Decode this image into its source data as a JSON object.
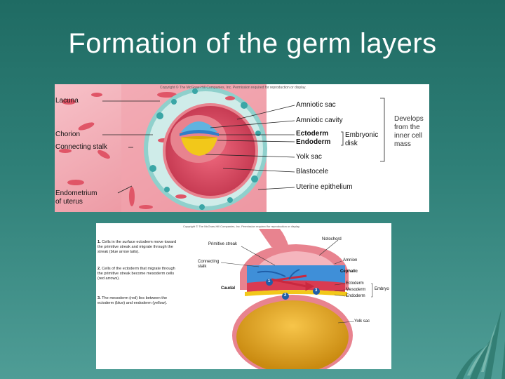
{
  "slide": {
    "title": "Formation of the germ layers"
  },
  "figure_top": {
    "copyright": "Copyright © The McGraw-Hill Companies, Inc. Permission required for reproduction or display.",
    "left_labels": {
      "lacuna": "Lacuna",
      "chorion": "Chorion",
      "connecting_stalk": "Connecting stalk",
      "endometrium_line1": "Endometrium",
      "endometrium_line2": "of uterus"
    },
    "right_labels": {
      "amniotic_sac": "Amniotic sac",
      "amniotic_cavity": "Amniotic cavity",
      "ectoderm": "Ectoderm",
      "endoderm": "Endoderm",
      "yolk_sac": "Yolk sac",
      "blastocele": "Blastocele",
      "uterine_epithelium": "Uterine epithelium"
    },
    "embryonic_disk_line1": "Embryonic",
    "embryonic_disk_line2": "disk",
    "develops_line1": "Develops",
    "develops_line2": "from the",
    "develops_line3": "inner cell",
    "develops_line4": "mass"
  },
  "figure_bottom": {
    "copyright": "Copyright © The McGraw-Hill Companies, Inc. Permission required for reproduction or display.",
    "steps": [
      {
        "num": "1.",
        "text": "Cells in the surface ectoderm move toward the primitive streak and migrate through the streak (blue arrow tails)."
      },
      {
        "num": "2.",
        "text": "Cells of the ectoderm that migrate through the primitive streak become mesoderm cells (red arrows)."
      },
      {
        "num": "3.",
        "text": "The mesoderm (red) lies between the ectoderm (blue) and endoderm (yellow)."
      }
    ],
    "labels": {
      "notochord": "Notochord",
      "primitive_streak": "Primitive streak",
      "connecting_stalk_line1": "Connecting",
      "connecting_stalk_line2": "stalk",
      "amnion": "Amnion",
      "cephalic": "Cephalic",
      "caudal": "Caudal",
      "ectoderm": "Ectoderm",
      "mesoderm": "Mesoderm",
      "endoderm": "Endoderm",
      "embryo": "Embryo",
      "yolk_sac": "Yolk sac"
    },
    "markers": [
      "1",
      "2",
      "3"
    ]
  },
  "colors": {
    "background_top": "#1f6b63",
    "background_bottom": "#4f9d96",
    "tissue_pink": "#e8838f",
    "tissue_light": "#f5b5bd",
    "blastocele": "#d94d64",
    "trophoblast_teal": "#3aa6a6",
    "ectoderm_blue": "#3f8fd8",
    "endoderm_yellow": "#f2c81a"
  }
}
